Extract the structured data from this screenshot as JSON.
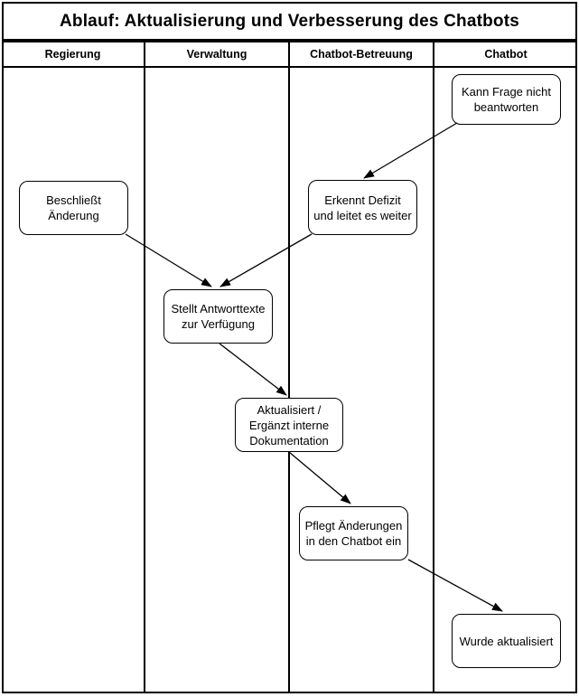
{
  "title": "Ablauf: Aktualisierung und Verbesserung des Chatbots",
  "lanes": [
    {
      "label": "Regierung"
    },
    {
      "label": "Verwaltung"
    },
    {
      "label": "Chatbot-Betreuung"
    },
    {
      "label": "Chatbot"
    }
  ],
  "nodes": [
    {
      "id": "kann-frage-nicht-beantworten",
      "lane": "Chatbot",
      "label": "Kann Frage nicht\nbeantworten"
    },
    {
      "id": "beschliesst-aenderung",
      "lane": "Regierung",
      "label": "Beschließt\nÄnderung"
    },
    {
      "id": "erkennt-defizit",
      "lane": "Chatbot-Betreuung",
      "label": "Erkennt Defizit\nund leitet es weiter"
    },
    {
      "id": "stellt-antworttexte",
      "lane": "Verwaltung",
      "label": "Stellt Antworttexte\nzur Verfügung"
    },
    {
      "id": "aktualisiert-dokumentation",
      "lane": "Verwaltung",
      "label": "Aktualisiert /\nErgänzt interne\nDokumentation"
    },
    {
      "id": "pflegt-aenderungen",
      "lane": "Chatbot-Betreuung",
      "label": "Pflegt Änderungen\nin den Chatbot ein"
    },
    {
      "id": "wurde-aktualisiert",
      "lane": "Chatbot",
      "label": "Wurde aktualisiert"
    }
  ],
  "edges": [
    {
      "from": "kann-frage-nicht-beantworten",
      "to": "erkennt-defizit"
    },
    {
      "from": "beschliesst-aenderung",
      "to": "stellt-antworttexte"
    },
    {
      "from": "erkennt-defizit",
      "to": "stellt-antworttexte"
    },
    {
      "from": "stellt-antworttexte",
      "to": "aktualisiert-dokumentation"
    },
    {
      "from": "aktualisiert-dokumentation",
      "to": "pflegt-aenderungen"
    },
    {
      "from": "pflegt-aenderungen",
      "to": "wurde-aktualisiert"
    }
  ],
  "colors": {
    "line": "#000000",
    "background": "#ffffff",
    "text": "#000000"
  }
}
